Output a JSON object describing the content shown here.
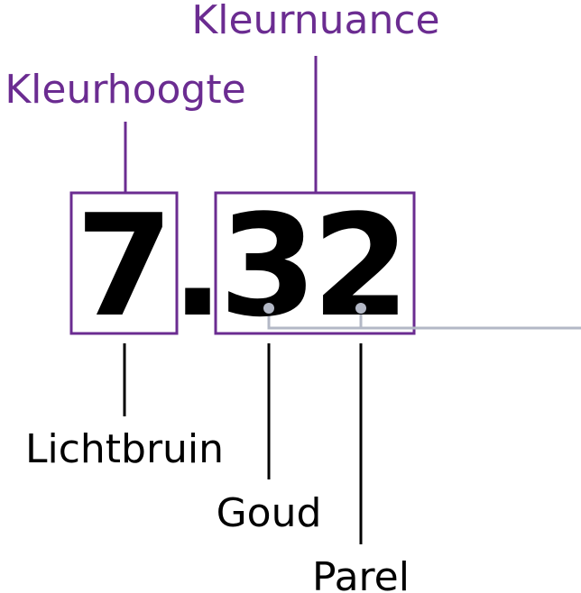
{
  "colors": {
    "accent": "#6b2c91",
    "connector": "#b3b8c6",
    "text": "#000000",
    "background": "#ffffff"
  },
  "labels": {
    "top_right": "Kleurnuance",
    "top_left": "Kleurhoogte",
    "bottom_left": "Lichtbruin",
    "bottom_middle": "Goud",
    "bottom_right": "Parel"
  },
  "code": {
    "level_digit": "7",
    "separator": ".",
    "tone_digit_primary": "3",
    "tone_digit_secondary": "2"
  }
}
